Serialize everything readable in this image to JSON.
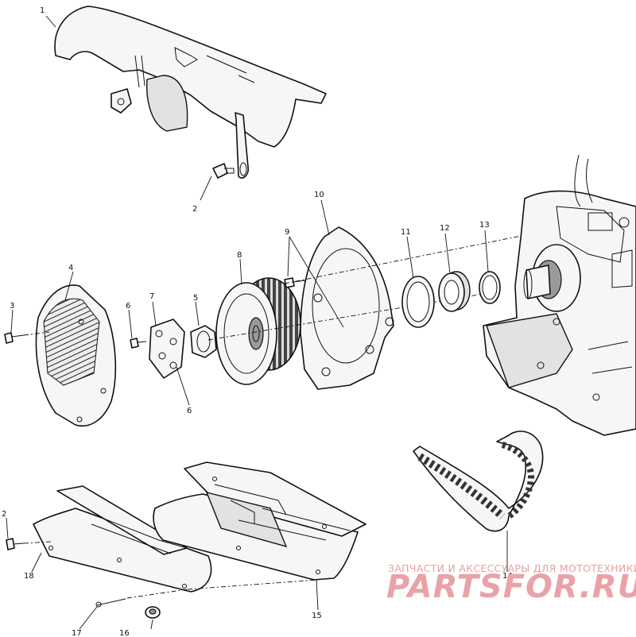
{
  "callouts": {
    "c1": "1",
    "c2": "2",
    "c2b": "2",
    "c3": "3",
    "c4": "4",
    "c5": "5",
    "c6": "6",
    "c6b": "6",
    "c7": "7",
    "c8": "8",
    "c9": "9",
    "c10": "10",
    "c11": "11",
    "c12": "12",
    "c13": "13",
    "c14": "14",
    "c15": "15",
    "c16": "16",
    "c17": "17",
    "c18": "18"
  },
  "watermark": {
    "tagline": "ЗАПЧАСТИ И АКСЕССУАРЫ ДЛЯ МОТОТЕХНИКИ",
    "logo": "PARTSFOR.RU"
  }
}
